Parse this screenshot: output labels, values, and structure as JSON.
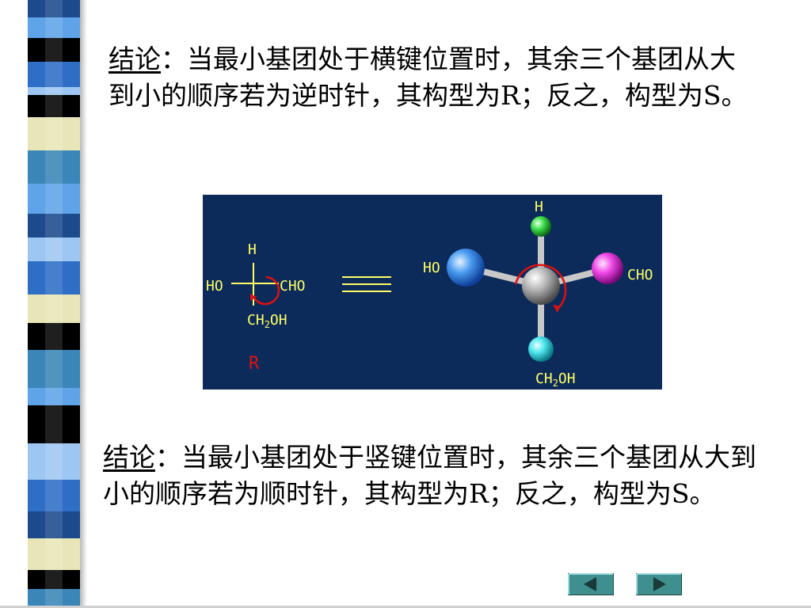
{
  "slide": {
    "para1": {
      "keyword": "结论",
      "text": "：当最小基团处于横键位置时，其余三个基团从大到小的顺序若为逆时针，其构型为R；反之，构型为S。"
    },
    "para2": {
      "keyword": "结论",
      "text": "：当最小基团处于竖键位置时，其余三个基团从大到小的顺序若为顺时针，其构型为R；反之，构型为S。"
    }
  },
  "diagram": {
    "fischer": {
      "top": "H",
      "left": "HO",
      "right": "CHO",
      "bottom_main": "CH",
      "bottom_sub": "2",
      "bottom_tail": "OH",
      "config": "R"
    },
    "model": {
      "top": "H",
      "left": "HO",
      "right": "CHO",
      "bottom_main": "CH",
      "bottom_sub": "2",
      "bottom_tail": "OH"
    }
  },
  "colors": {
    "panel_bg": "#0c2a5a",
    "label_yellow": "#ffff66",
    "arrow_red": "#e01010",
    "strip_colors": [
      "#e8e6b8",
      "#1c4a8c",
      "#000000",
      "#2e6ec6",
      "#5fa4e8",
      "#3b86b8",
      "#9ec6f2"
    ]
  },
  "navigation": {
    "prev_icon": "triangle-left-icon",
    "next_icon": "triangle-right-icon"
  }
}
